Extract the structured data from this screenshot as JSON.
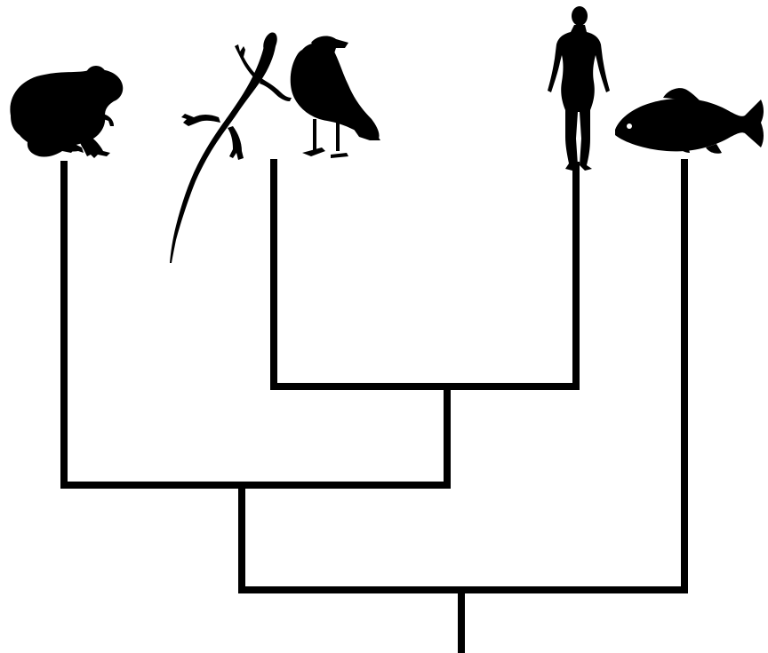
{
  "diagram": {
    "type": "cladogram",
    "line_color": "#000000",
    "silhouette_color": "#000000",
    "background": "#ffffff",
    "taxa": [
      {
        "id": "frog",
        "icon": "frog-icon"
      },
      {
        "id": "lizard",
        "icon": "lizard-icon"
      },
      {
        "id": "crow",
        "icon": "crow-icon"
      },
      {
        "id": "human",
        "icon": "human-icon"
      },
      {
        "id": "fish",
        "icon": "fish-icon"
      }
    ],
    "tree": [
      [
        [
          "frog"
        ],
        [
          [
            "lizard",
            "crow"
          ],
          "human"
        ]
      ],
      "fish"
    ]
  }
}
